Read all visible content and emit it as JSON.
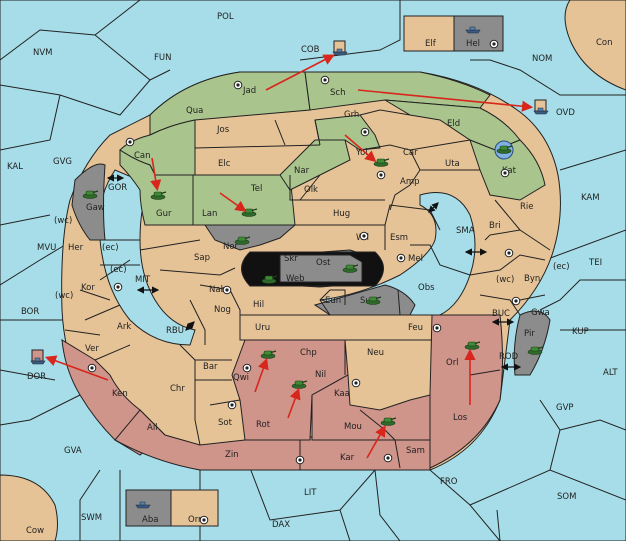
{
  "regions": {
    "pol": "POL",
    "nvm": "NVM",
    "fun": "FUN",
    "cob": "COB",
    "nom": "NOM",
    "ovd": "OVD",
    "con": "Con",
    "elf": "Elf",
    "hel": "Hel",
    "kal": "KAL",
    "gvg": "GVG",
    "gor": "GOR",
    "gaw": "Gaw",
    "mvu": "MVU",
    "bor": "BOR",
    "dor": "DOR",
    "mit": "MIT",
    "rbu": "RBU",
    "gva": "GVA",
    "swm": "SWM",
    "cow": "Cow",
    "aba": "Aba",
    "orn": "Orn",
    "dax": "DAX",
    "lit": "LIT",
    "fro": "FRO",
    "som": "SOM",
    "gvp": "GVP",
    "alt": "ALT",
    "kup": "KUP",
    "tei": "TEI",
    "kam": "KAM",
    "sma": "SMA",
    "buc": "BUC",
    "rod": "ROD",
    "pir": "Pir",
    "gwa": "Gwa",
    "wc_gaw": "(wc)",
    "wc_kor": "(wc)",
    "ec_her": "(ec)",
    "ec_kor": "(ec)",
    "wc_byn": "(wc)",
    "ec_byn": "(ec)",
    "jad": "Jad",
    "sch": "Sch",
    "qua": "Qua",
    "jos": "Jos",
    "grh": "Grh",
    "eld": "Eld",
    "can": "Can",
    "elc": "Elc",
    "nar": "Nar",
    "yol": "Yol",
    "car": "Car",
    "uta": "Uta",
    "kat": "Kat",
    "gur": "Gur",
    "tel": "Tel",
    "olk": "Olk",
    "amp": "Amp",
    "lan": "Lan",
    "hug": "Hug",
    "rie": "Rie",
    "bri": "Bri",
    "her": "Her",
    "nor": "Nor",
    "wil": "Wil",
    "esm": "Esm",
    "sap": "Sap",
    "skr": "Skr",
    "ost": "Ost",
    "web": "Web",
    "mel": "Mel",
    "kor": "Kor",
    "nab": "Nab",
    "eun": "Eun",
    "sun": "Sun",
    "obs": "Obs",
    "byn": "Byn",
    "hil": "Hil",
    "nog": "Nog",
    "ark": "Ark",
    "uru": "Uru",
    "feu": "Feu",
    "ver": "Ver",
    "chp": "Chp",
    "neu": "Neu",
    "orl": "Orl",
    "bar": "Bar",
    "qwi": "Qwi",
    "nil": "Nil",
    "ken": "Ken",
    "chr": "Chr",
    "kaa": "Kaa",
    "los": "Los",
    "rot": "Rot",
    "ail": "Ail",
    "sot": "Sot",
    "mou": "Mou",
    "zin": "Zin",
    "kar": "Kar",
    "sam": "Sam"
  },
  "colors": {
    "sea": "#a6dde8",
    "land": "#e6c396",
    "green_power": "#a9c48c",
    "red_power": "#cf948a",
    "grey_power": "#8c8c8c",
    "order_arrow": "#d8261c"
  }
}
